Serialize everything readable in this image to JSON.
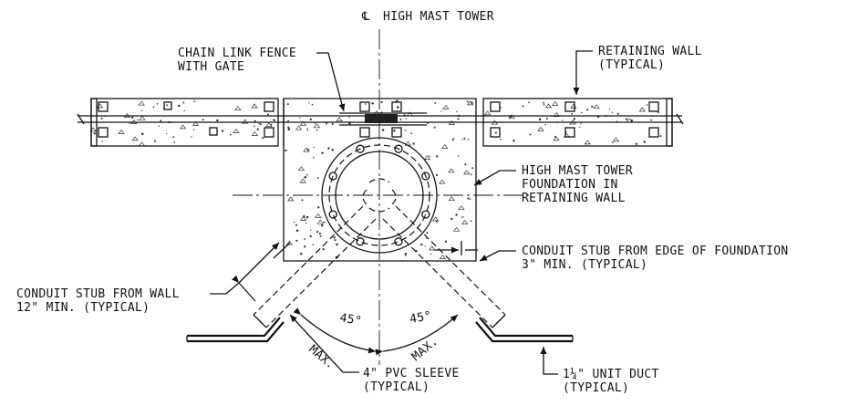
{
  "labels": {
    "centerline_symbol": "℄",
    "tower_centerline": "HIGH MAST TOWER",
    "fence_line1": "CHAIN LINK FENCE",
    "fence_line2": "WITH GATE",
    "wall_line1": "RETAINING WALL",
    "wall_line2": "(TYPICAL)",
    "foundation_line1": "HIGH MAST TOWER",
    "foundation_line2": "FOUNDATION IN",
    "foundation_line3": "RETAINING WALL",
    "stub_edge_line1": "CONDUIT STUB FROM EDGE OF FOUNDATION",
    "stub_edge_line2": "3\" MIN. (TYPICAL)",
    "stub_wall_line1": "CONDUIT STUB FROM WALL",
    "stub_wall_line2": "12\" MIN. (TYPICAL)",
    "angle_left": "45°",
    "angle_right": "45°",
    "max_left": "MAX.",
    "max_right": "MAX.",
    "sleeve_line1": "4\" PVC SLEEVE",
    "sleeve_line2": "(TYPICAL)",
    "duct_line1": "1¼\" UNIT DUCT",
    "duct_line2": "(TYPICAL)"
  },
  "colors": {
    "ink": "#111111",
    "paper": "#ffffff"
  }
}
